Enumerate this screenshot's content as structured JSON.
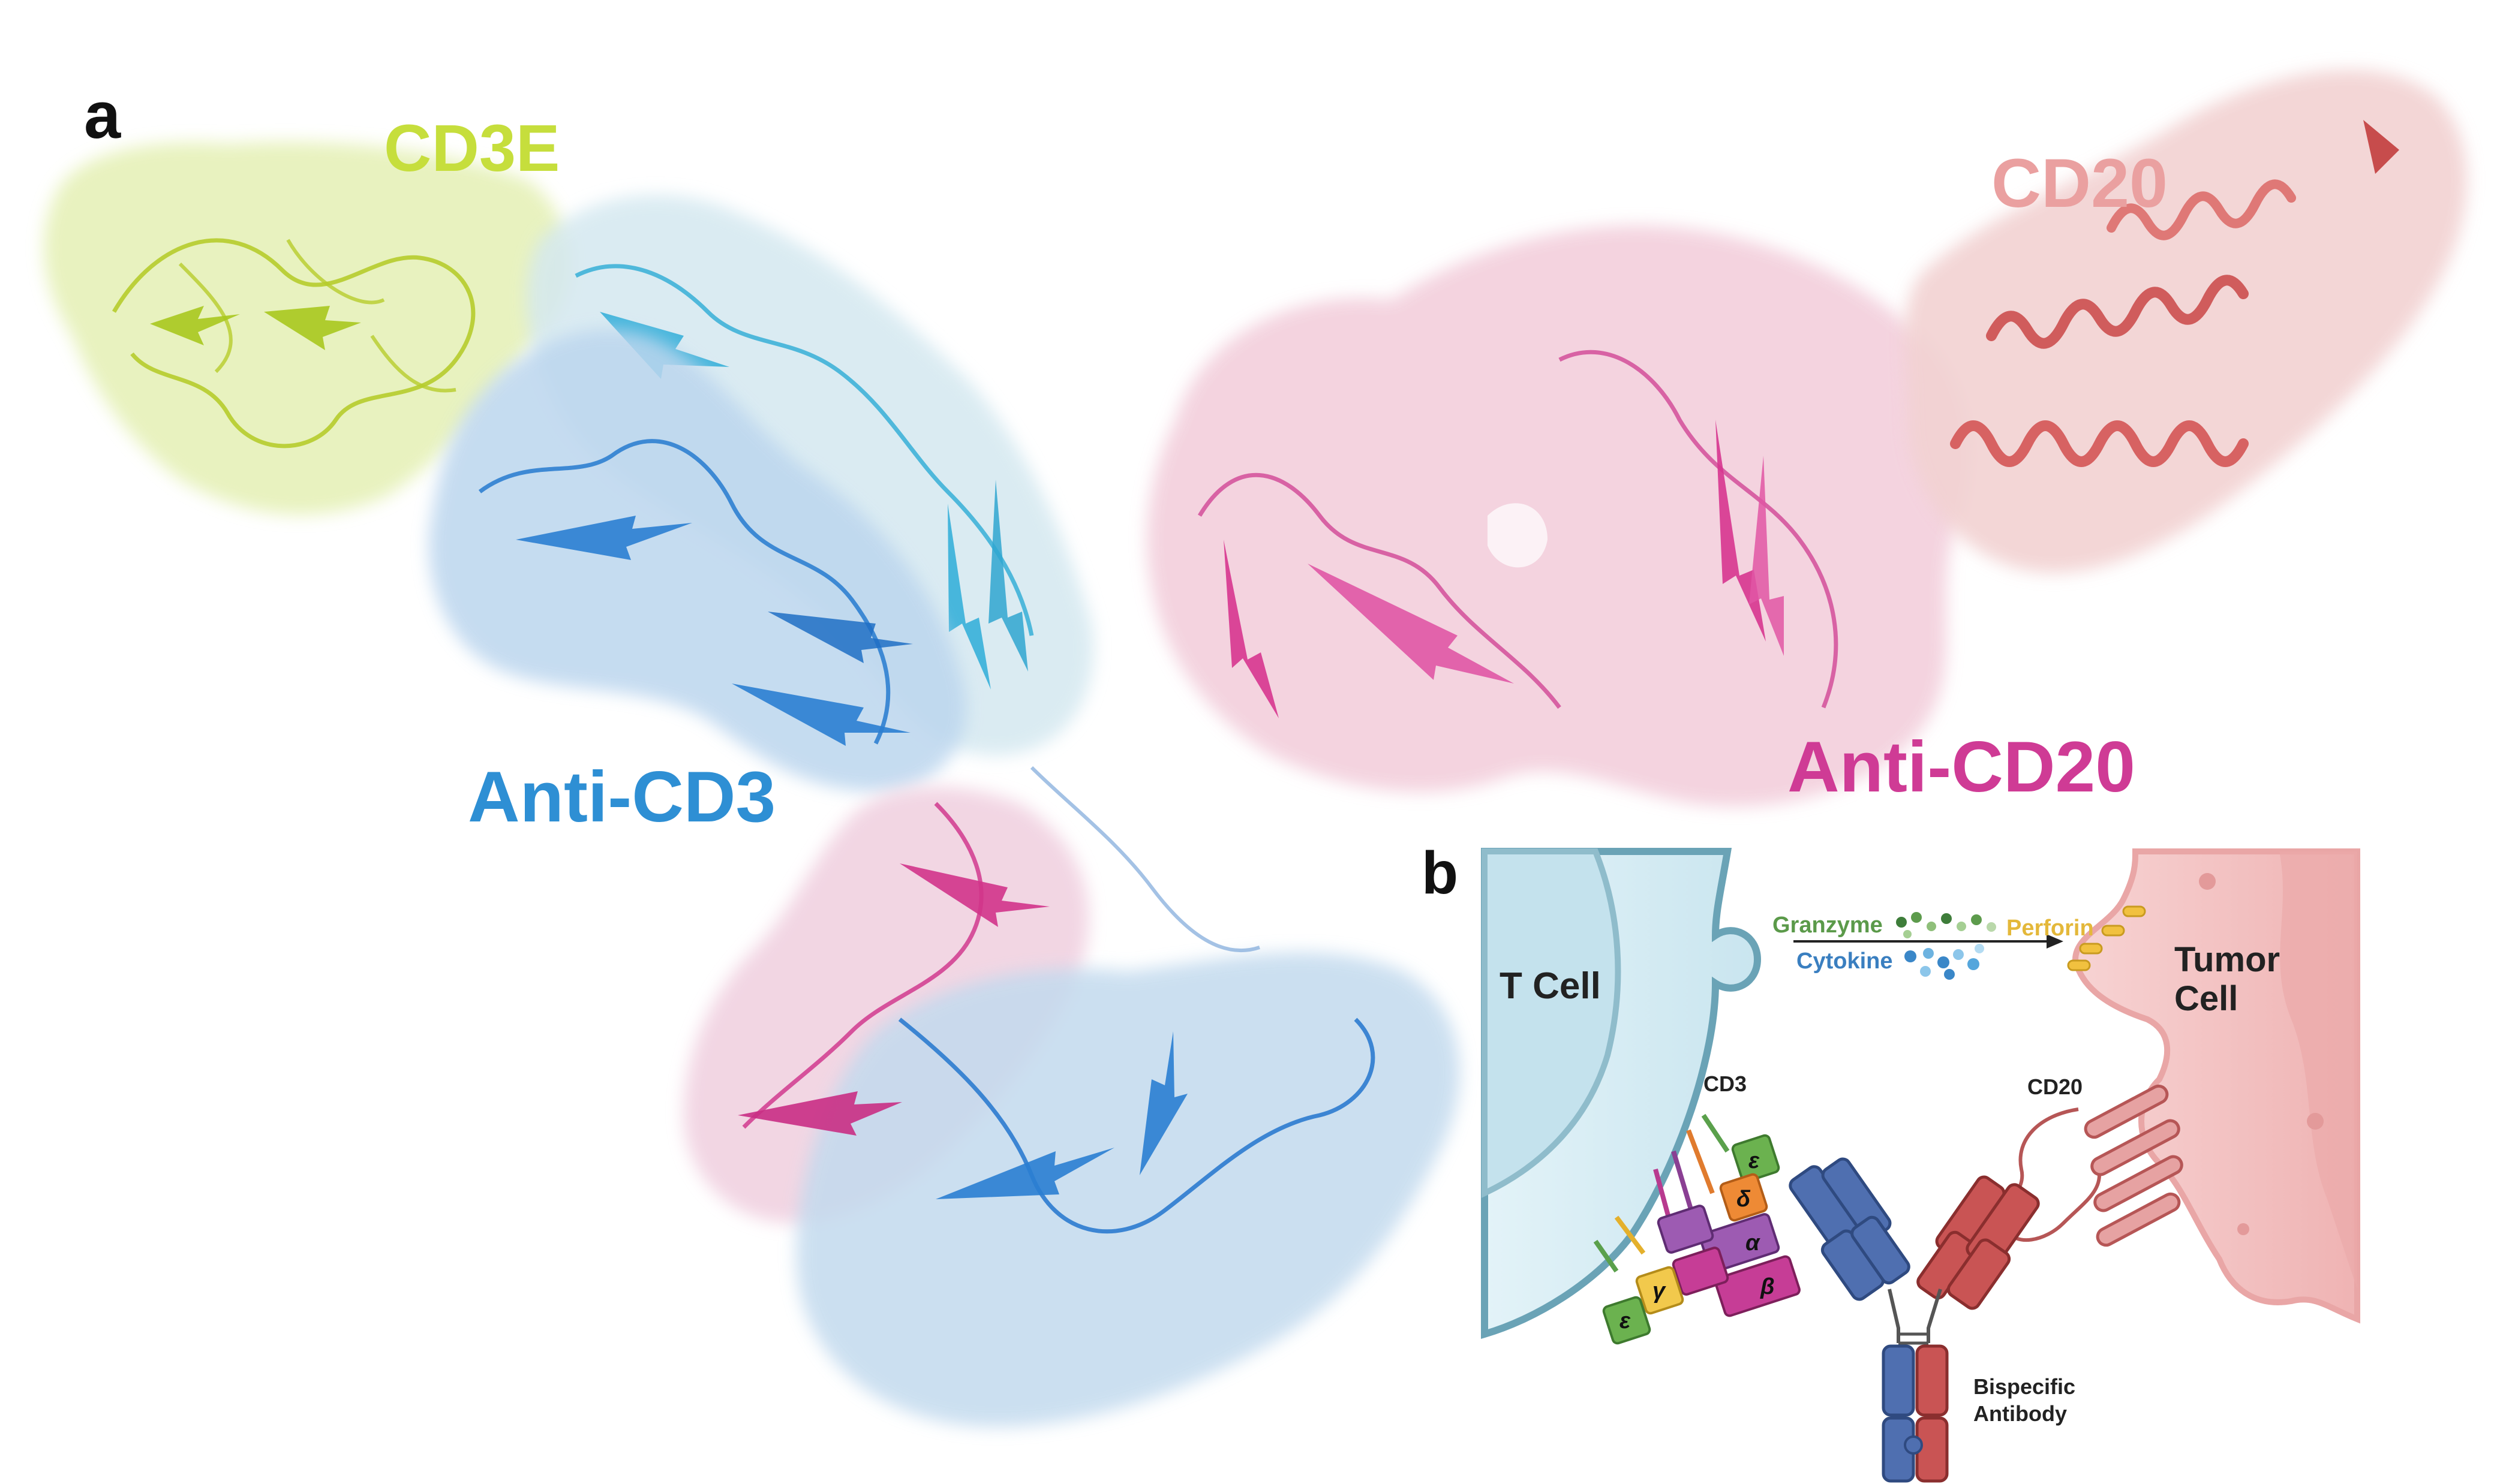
{
  "panel_a": {
    "letter": "a",
    "labels": {
      "cd3e": "CD3E",
      "anti_cd3": "Anti-CD3",
      "cd20": "CD20",
      "anti_cd20": "Anti-CD20"
    }
  },
  "panel_b": {
    "letter": "b",
    "t_cell": "T Cell",
    "tumor_cell_line1": "Tumor",
    "tumor_cell_line2": "Cell",
    "granzyme": "Granzyme",
    "cytokine": "Cytokine",
    "perforin": "Perforin",
    "cd3": "CD3",
    "cd20": "CD20",
    "antibody_line1": "Bispecific",
    "antibody_line2": "Antibody",
    "cd3_subunits": {
      "epsilon_top": "ε",
      "delta": "δ",
      "alpha": "α",
      "beta": "β",
      "gamma": "γ",
      "epsilon_bottom": "ε"
    }
  },
  "colors": {
    "cd3e": "#c6de3c",
    "anti_cd3": "#2e8fd4",
    "cd20": "#eaa0a0",
    "anti_cd20": "#cf3b95",
    "t_cell_fill": "#d3ecf3",
    "tumor_fill": "#f3c6c6",
    "granzyme": "#5b9a4a",
    "cytokine": "#3a7fc0",
    "perforin": "#e4b83a",
    "antibody_blue": "#4f6fb0",
    "antibody_red": "#c95454"
  }
}
